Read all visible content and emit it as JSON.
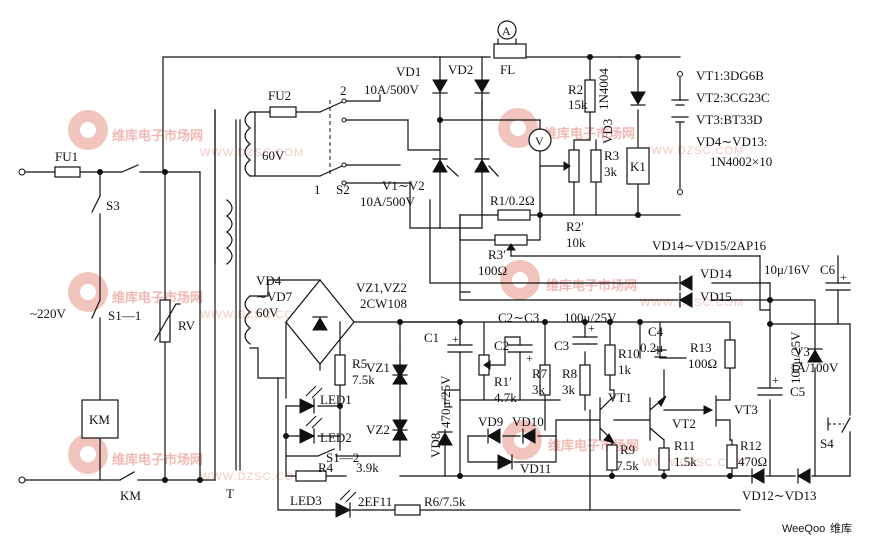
{
  "labels": {
    "fu1": "FU1",
    "fu2": "FU2",
    "s3": "S3",
    "s1_1": "S1—1",
    "s1_2": "S1—2",
    "s2": "S2",
    "s4": "S4",
    "rv": "RV",
    "km": "KM",
    "km2": "KM",
    "t": "T",
    "mains": "~220V",
    "v60a": "60V",
    "v60b": "60V",
    "sw1": "1",
    "sw2": "2",
    "vd1": "VD1",
    "vd2": "VD2",
    "vd1_rating": "10A/500V",
    "v1v2": "V1∼V2",
    "v1v2_rating": "10A/500V",
    "ammeter": "A",
    "fl": "FL",
    "voltmeter": "V",
    "r1": "R1/0.2Ω",
    "r3p": "R3′",
    "r3p_val": "100Ω",
    "r2": "R2",
    "r2_val": "15k",
    "r2p": "R2′",
    "r2p_val": "10k",
    "r3": "R3",
    "r3_val": "3k",
    "vd3": "VD3",
    "vd3_part": "1N4004",
    "k1": "K1",
    "vt1_spec": "VT1:3DG6B",
    "vt2_spec": "VT2:3CG23C",
    "vt3_spec": "VT3:BT33D",
    "vd4_13_spec": "VD4∼VD13:",
    "vd4_13_part": "1N4002×10",
    "vd14_15_spec": "VD14∼VD15/2AP16",
    "vd14": "VD14",
    "vd15": "VD15",
    "c6_val": "10μ/16V",
    "c6": "C6",
    "vd4_7": "VD4",
    "vd4_7b": "∼VD7",
    "vd4_7c": "60V",
    "vz12": "VZ1,VZ2",
    "vz12_part": "2CW108",
    "c2c3": "C2∼C3",
    "c2c3_val": "100μ/25V",
    "c1": "C1",
    "c1_val": "470μ/25V",
    "c2": "C2",
    "c3": "C3",
    "c4": "C4",
    "c4_val": "0.2μ",
    "r13": "R13",
    "r13_val": "100Ω",
    "c5_val": "100μ/25V",
    "c5": "C5",
    "v3": "V3",
    "v3_val": "1A/100V",
    "r5": "R5",
    "r5_val": "7.5k",
    "vz1": "VZ1",
    "vz2": "VZ2",
    "led1": "LED1",
    "led2": "LED2",
    "vd8": "VD8",
    "r1p": "R1′",
    "r1p_val": "4.7k",
    "r7": "R7",
    "r7_val": "3k",
    "r8": "R8",
    "r8_val": "3k",
    "r10": "R10",
    "r10_val": "1k",
    "vt1": "VT1",
    "vt2": "VT2",
    "vt3": "VT3",
    "vd9": "VD9",
    "vd10": "VD10",
    "vd11": "VD11",
    "r9": "R9",
    "r9_val": "7.5k",
    "r11": "R11",
    "r11_val": "1.5k",
    "r12": "R12",
    "r12_val": "470Ω",
    "r4": "R4",
    "r4_val": "3.9k",
    "led3": "LED3",
    "led3_part": "2EF11",
    "r6": "R6/7.5k",
    "vd12_13": "VD12∼VD13"
  },
  "watermark": {
    "cn": "维库电子市场网",
    "url": "WWW.DZSC.COM"
  },
  "brand": {
    "name": "WeeQoo",
    "suffix": "维库"
  },
  "colors": {
    "ink": "#111111",
    "watermark": "#f2b9b2",
    "brand_orange": "#e07a20"
  }
}
